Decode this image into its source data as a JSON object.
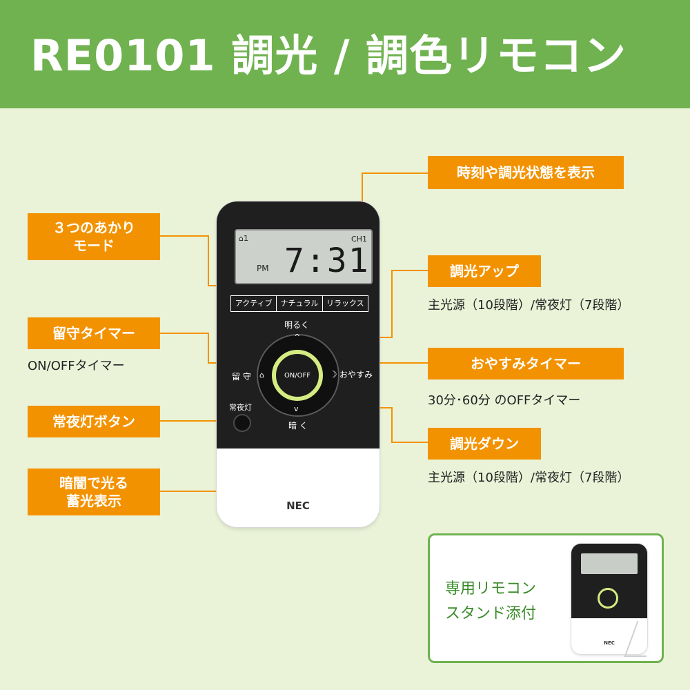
{
  "header": {
    "title": "RE0101 調光 / 調色リモコン"
  },
  "callouts": {
    "time_display": "時刻や調光状態を表示",
    "three_modes_l1": "３つのあかり",
    "three_modes_l2": "モード",
    "dim_up": "調光アップ",
    "dim_up_desc": "主光源（10段階）/常夜灯（7段階）",
    "away_timer": "留守タイマー",
    "away_timer_desc": "ON/OFFタイマー",
    "sleep_timer": "おやすみタイマー",
    "sleep_timer_desc": "30分･60分 のOFFタイマー",
    "night_light_button": "常夜灯ボタン",
    "dim_down": "調光ダウン",
    "dim_down_desc": "主光源（10段階）/常夜灯（7段階）",
    "glow_l1": "暗闇で光る",
    "glow_l2": "蓄光表示"
  },
  "remote": {
    "lcd_mode_icon": "⌂1",
    "lcd_channel": "CH1",
    "lcd_ampm": "PM",
    "lcd_time": "7:31",
    "modes": [
      "アクティブ",
      "ナチュラル",
      "リラックス"
    ],
    "bright_label": "明るく",
    "dark_label": "暗 く",
    "away_label": "留 守",
    "away_icon": "⌂",
    "sleep_label": "おやすみ",
    "sleep_icon": "☽",
    "onoff_label": "ON/OFF",
    "night_light_label": "常夜灯",
    "up_arrow": "^",
    "down_arrow": "v",
    "brand": "NEC"
  },
  "inset": {
    "line1": "専用リモコン",
    "line2": "スタンド添付",
    "mini_brand": "NEC"
  },
  "colors": {
    "header_green": "#6fb24f",
    "background": "#eaf3d8",
    "callout_orange": "#f39200",
    "glow_ring": "#d4ec82"
  }
}
